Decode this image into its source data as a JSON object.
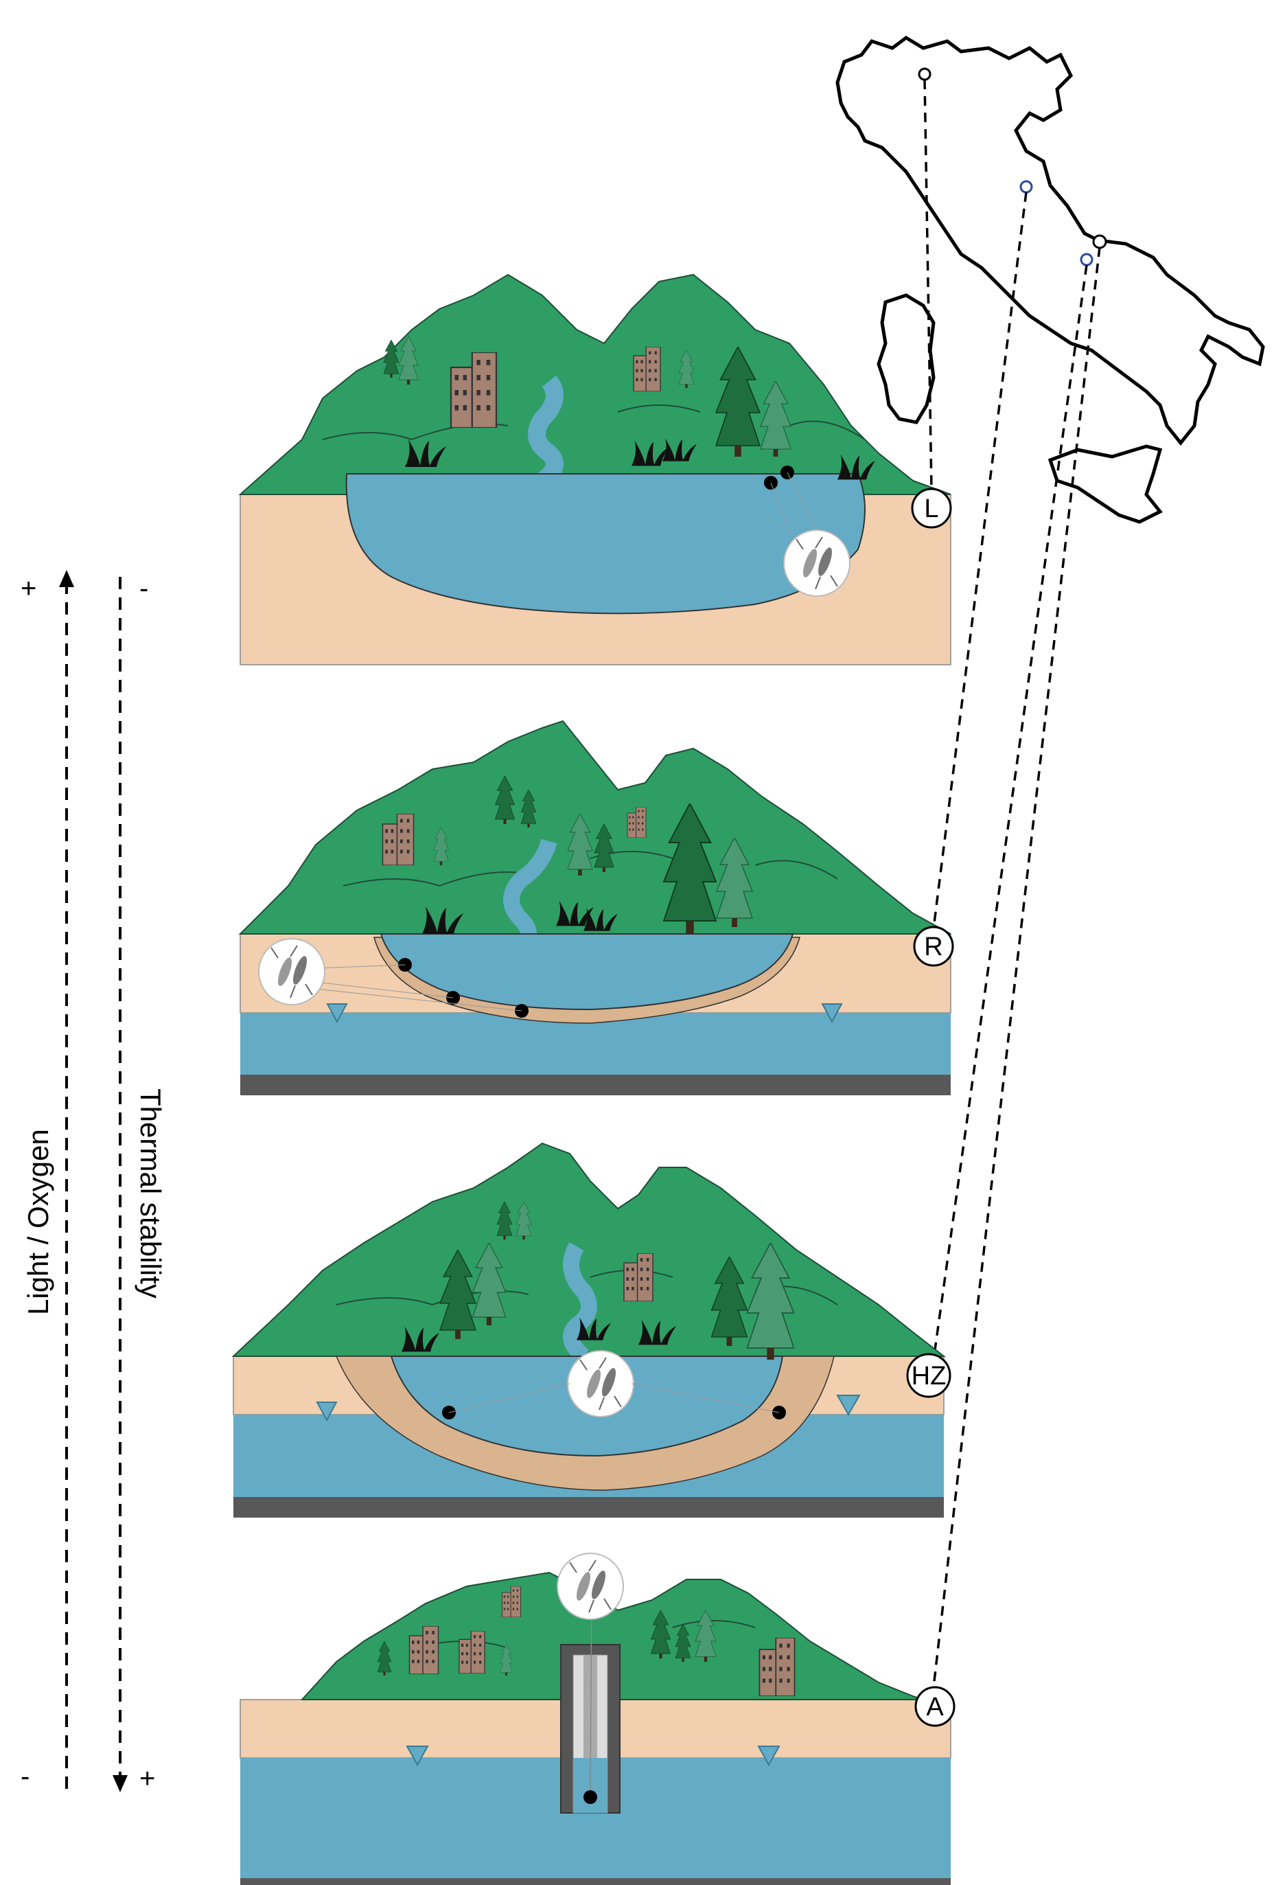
{
  "axes": {
    "light_label": "Light / Oxygen",
    "light_top_sign": "+",
    "light_bottom_sign": "-",
    "thermal_label": "Thermal stability",
    "thermal_top_sign": "-",
    "thermal_bottom_sign": "+"
  },
  "sites": [
    {
      "code": "L"
    },
    {
      "code": "R"
    },
    {
      "code": "HZ"
    },
    {
      "code": "A"
    }
  ],
  "colors": {
    "mountain": "#2e9e64",
    "mountain_line": "#1f4f36",
    "soil": "#f2cfae",
    "sediment": "#d9b48f",
    "water": "#64abc6",
    "bedrock": "#585858",
    "building": "#a58271",
    "tree_dark": "#1e6e3e",
    "tree_light": "#4b9b72",
    "grass": "#111111",
    "map_outline": "#000000",
    "map_marker_blue": "#2a4aa0"
  }
}
